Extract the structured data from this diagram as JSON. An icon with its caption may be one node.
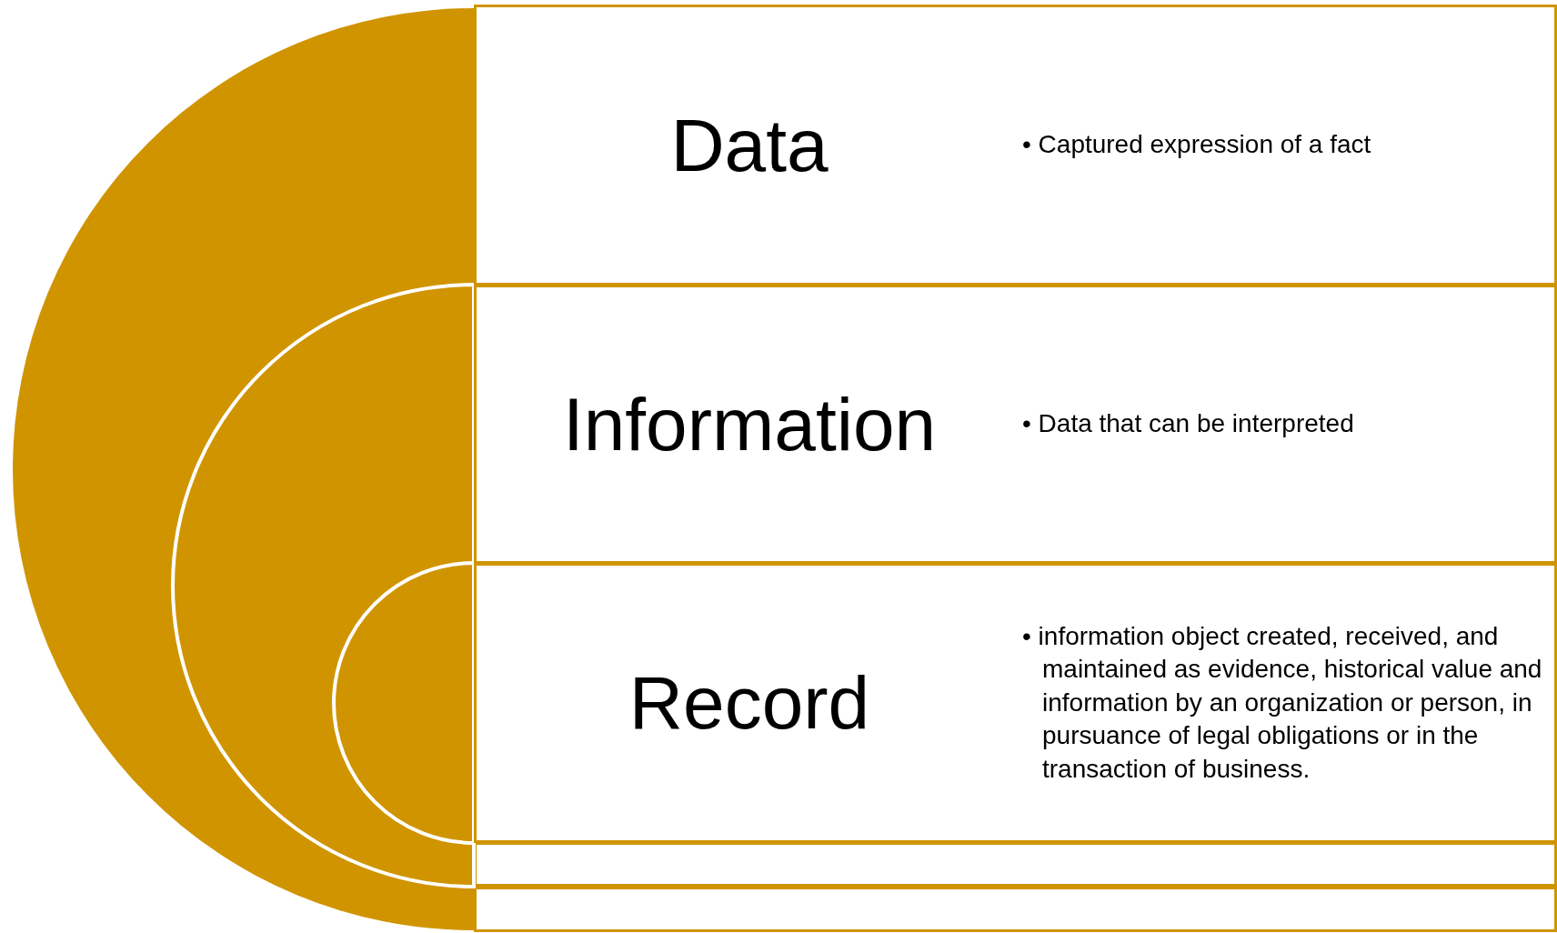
{
  "diagram": {
    "nodes": [
      {
        "text": [],
        "shape": "semicircle"
      },
      {
        "text": [],
        "shape": "semicircle",
        "in": 0
      },
      {
        "text": [],
        "shape": "semicircle",
        "in": 1
      },
      {
        "text": [
          "Data",
          "• Captured expression of a fact"
        ]
      },
      {
        "text": [
          "Information",
          "• Data that can be interpreted"
        ]
      },
      {
        "text": [
          "Record",
          "• information object created, received, and maintained as evidence, historical value and information by an organization or person, in pursuance of legal obligations or in the transaction of business."
        ]
      }
    ],
    "edges": []
  }
}
